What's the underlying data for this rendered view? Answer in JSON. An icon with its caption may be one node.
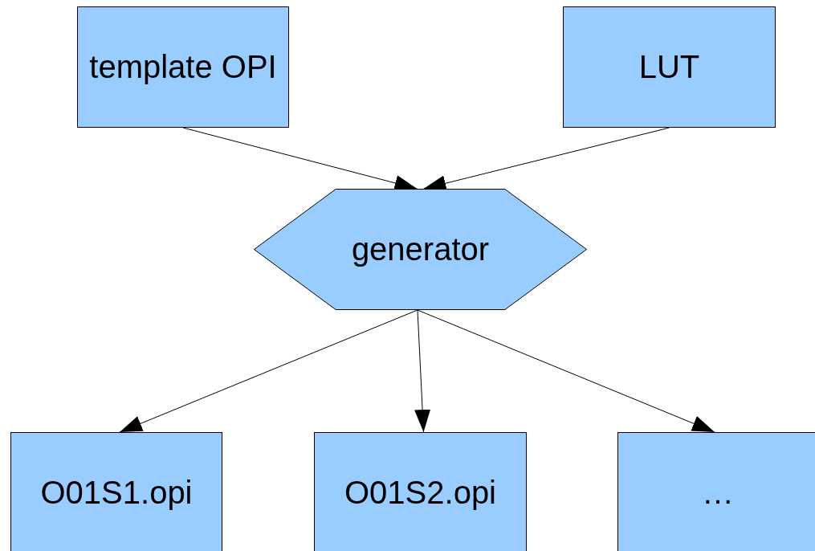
{
  "diagram": {
    "nodes": [
      {
        "text": [
          "template OPI"
        ]
      },
      {
        "text": [
          "LUT"
        ]
      },
      {
        "text": [
          "generator"
        ]
      },
      {
        "text": [
          "O01S1.opi"
        ]
      },
      {
        "text": [
          "O01S2.opi"
        ]
      },
      {
        "text": [
          "…"
        ]
      }
    ],
    "edges": [
      {
        "from": 0,
        "to": 2,
        "arrow": "to"
      },
      {
        "from": 1,
        "to": 2,
        "arrow": "to"
      },
      {
        "from": 2,
        "to": 3,
        "arrow": "to"
      },
      {
        "from": 2,
        "to": 4,
        "arrow": "to"
      },
      {
        "from": 2,
        "to": 5,
        "arrow": "to"
      }
    ]
  }
}
